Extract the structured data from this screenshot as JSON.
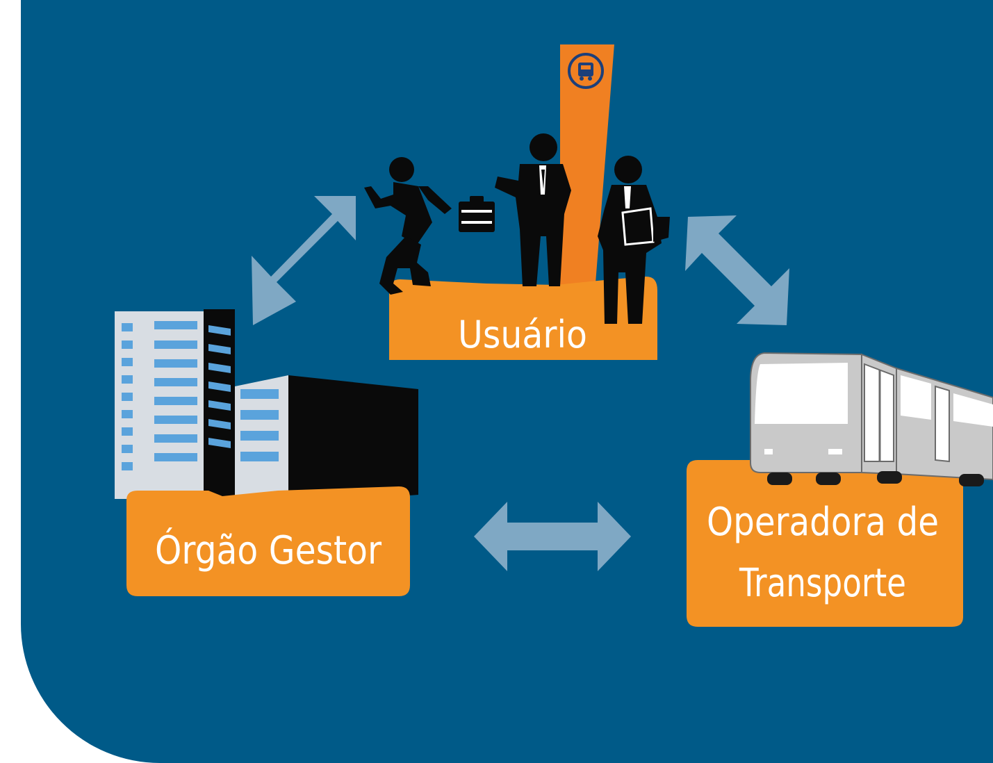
{
  "colors": {
    "background": "#005a88",
    "box": "#f39224",
    "arrow": "#7fa8c4",
    "stop_pole": "#f08022"
  },
  "nodes": {
    "user": {
      "label": "Usuário",
      "icon": "people-at-bus-stop-icon"
    },
    "agency": {
      "label": "Órgão Gestor",
      "icon": "office-buildings-icon"
    },
    "operator": {
      "label_line1": "Operadora de",
      "label_line2": "Transporte",
      "icon": "articulated-bus-icon"
    }
  }
}
